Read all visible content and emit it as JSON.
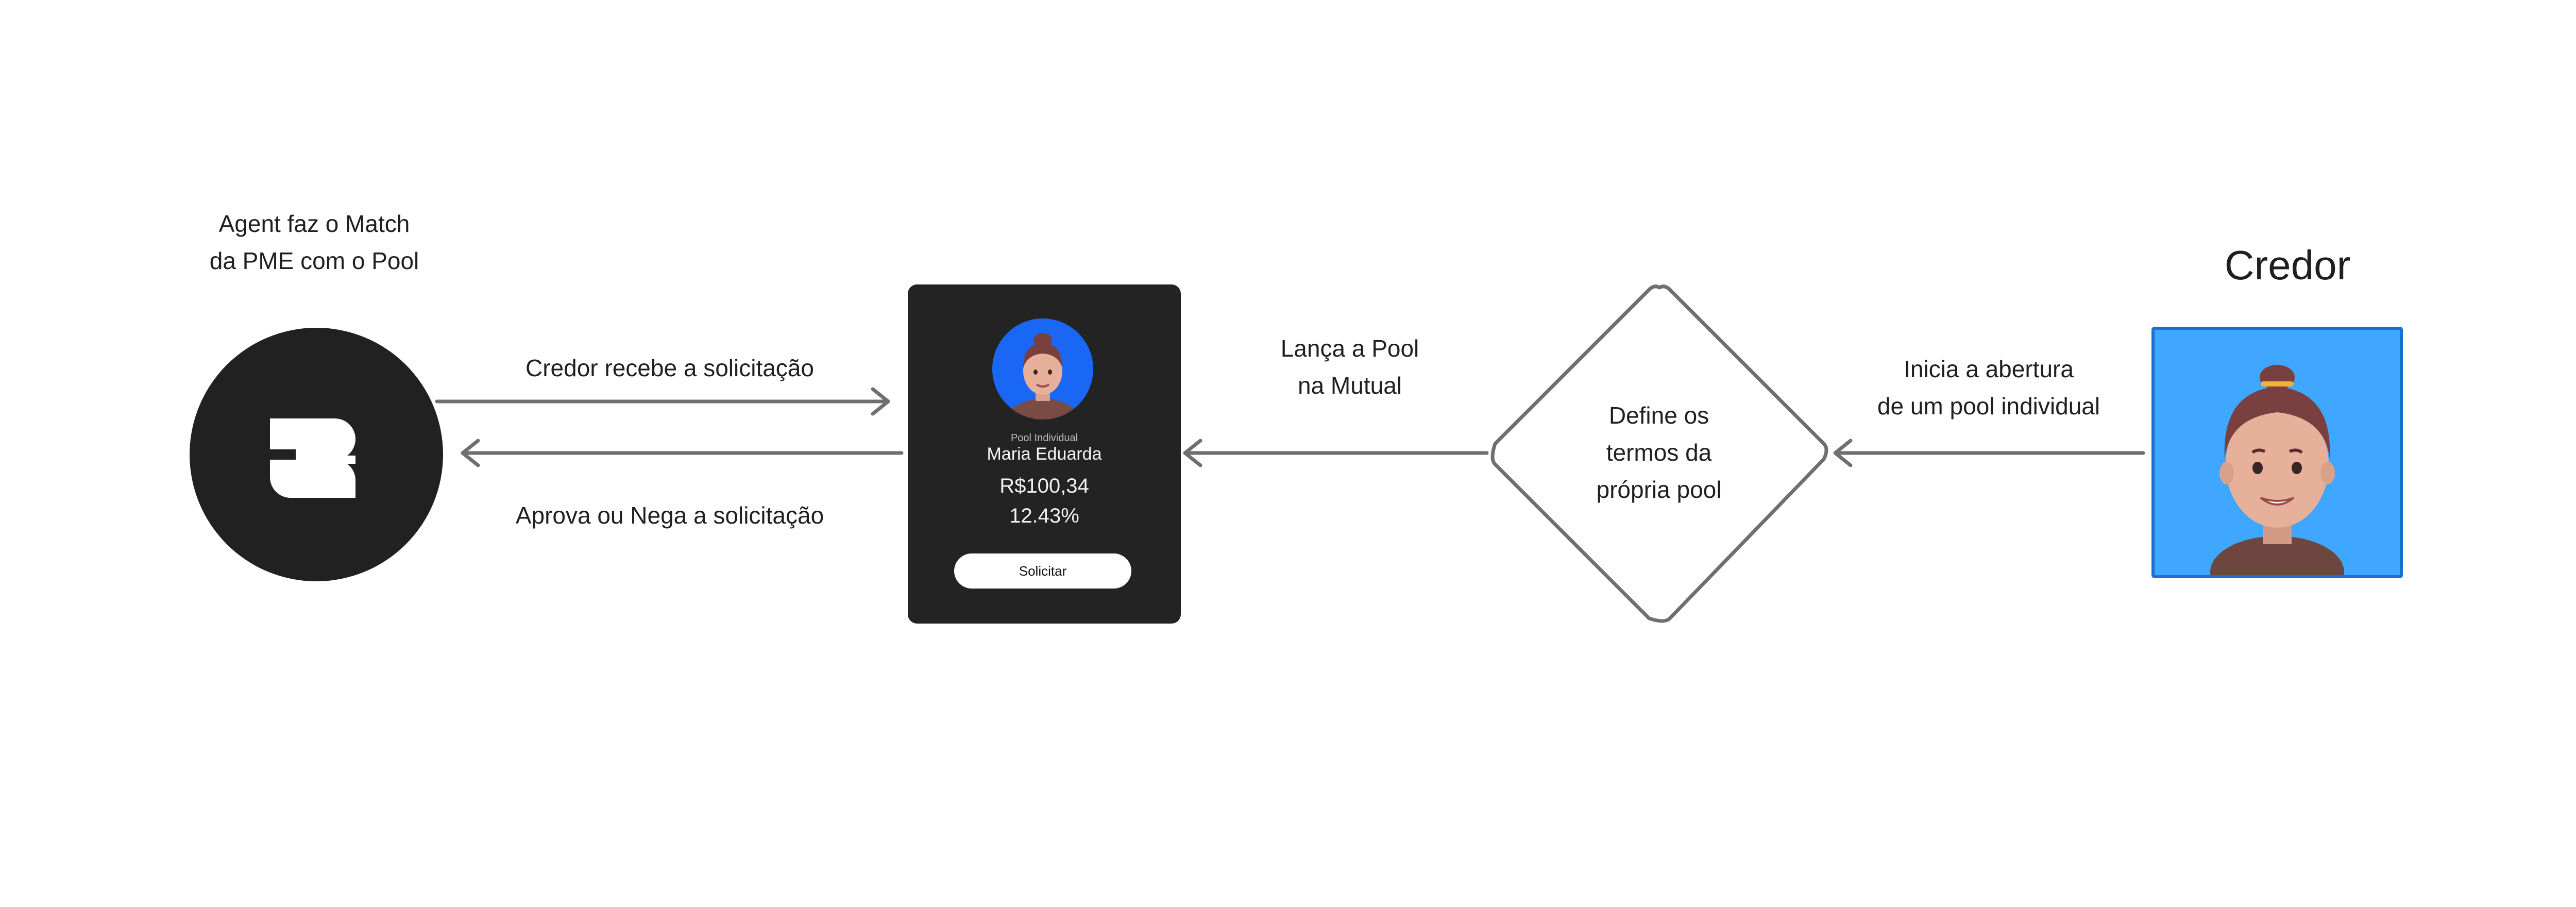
{
  "agent": {
    "caption_line1": "Agent faz o Match",
    "caption_line2": "da PME com o Pool",
    "logo_icon": "z-logo-icon"
  },
  "arrows": {
    "receive_label": "Credor recebe a solicitação",
    "approve_label": "Aprova ou Nega a solicitação",
    "launch_line1": "Lança a Pool",
    "launch_line2": "na Mutual",
    "start_line1": "Inicia a abertura",
    "start_line2": "de um pool individual"
  },
  "pool_card": {
    "subtitle": "Pool Individual",
    "name": "Maria Eduarda",
    "amount": "R$100,34",
    "rate": "12.43%",
    "button_label": "Solicitar",
    "avatar_icon": "person-avatar-icon",
    "avatar_bg": "#1a66f5",
    "card_bg": "#232323"
  },
  "decision": {
    "line1": "Define os",
    "line2": "termos da",
    "line3": "própria pool"
  },
  "credor": {
    "title": "Credor",
    "avatar_icon": "person-avatar-icon",
    "box_bg": "#3fa7ff",
    "box_border": "#1b6fd1"
  },
  "colors": {
    "connector": "#6f6f6f",
    "dark": "#212121"
  }
}
